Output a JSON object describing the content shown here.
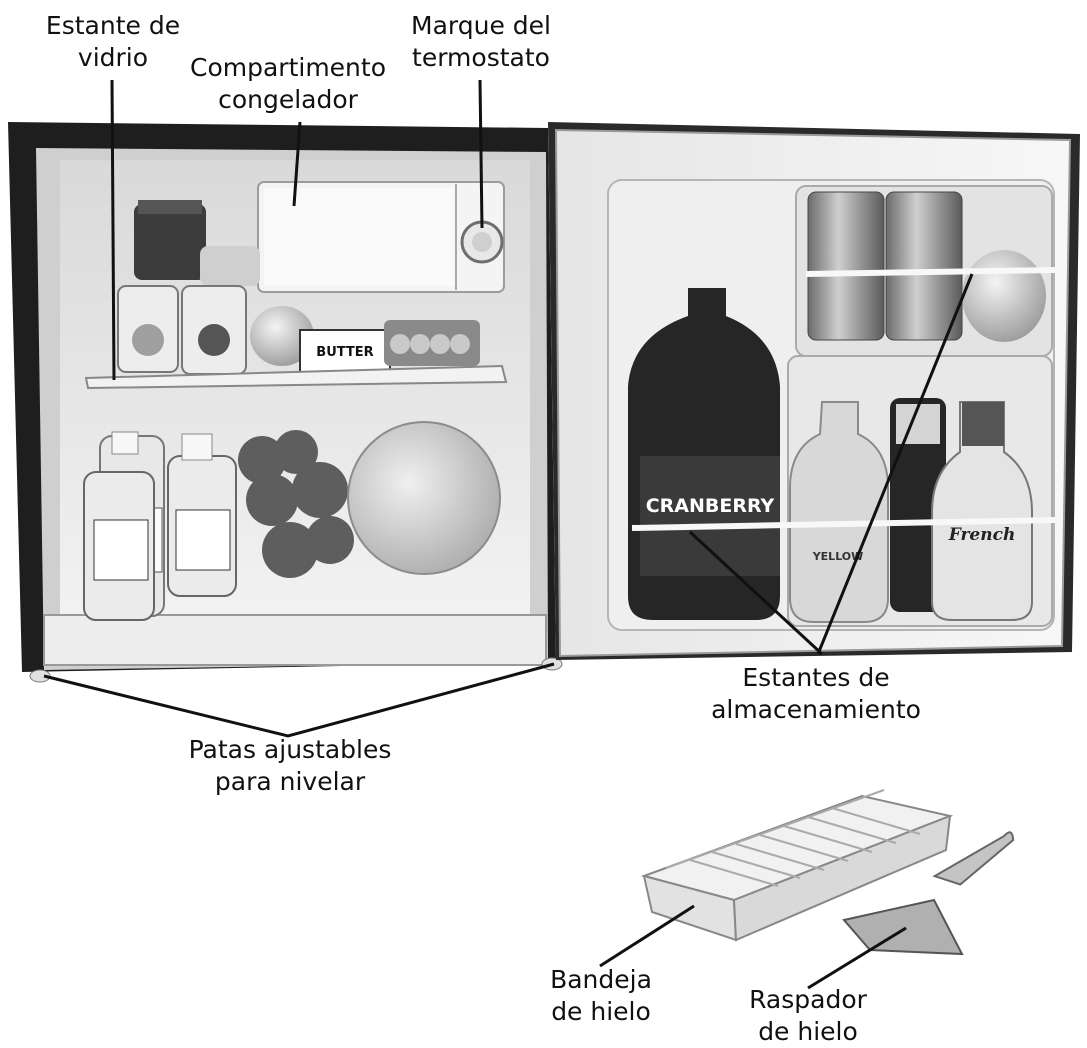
{
  "labels": {
    "glass_shelf": [
      "Estante de",
      "vidrio"
    ],
    "freezer": [
      "Compartimento",
      "congelador"
    ],
    "thermostat": [
      "Marque del",
      "termostato"
    ],
    "storage_shelves": [
      "Estantes de",
      "almacenamiento"
    ],
    "legs": [
      "Patas ajustables",
      "para nivelar"
    ],
    "ice_tray": [
      "Bandeja",
      "de hielo"
    ],
    "ice_scraper": [
      "Raspador",
      "de hielo"
    ]
  },
  "product_text": {
    "butter": "BUTTER",
    "juice": "CRANBERRY",
    "mustard": "YELLOW",
    "dressing": "French"
  }
}
